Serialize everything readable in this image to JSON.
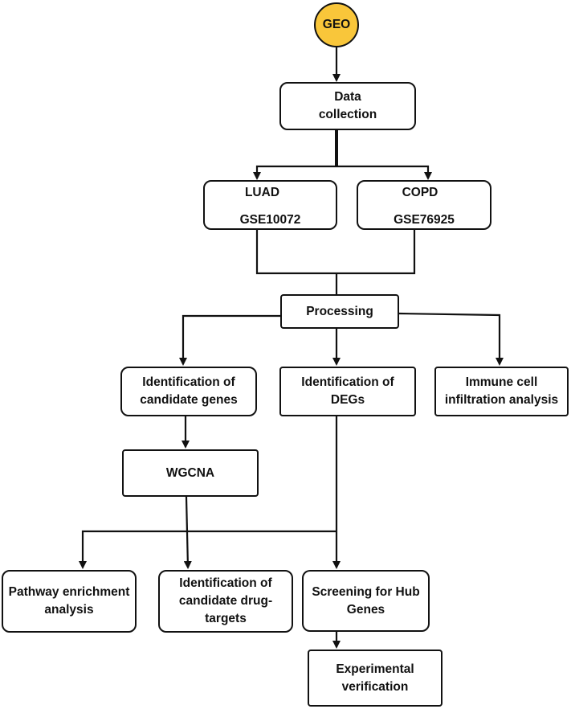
{
  "nodes": {
    "geo": "GEO",
    "data_collection": "Data\ncollection",
    "luad": {
      "name": "LUAD",
      "accession": "GSE10072"
    },
    "copd": {
      "name": "COPD",
      "accession": "GSE76925"
    },
    "processing": "Processing",
    "candidate_genes": "Identification of\ncandidate genes",
    "degs": "Identification of\nDEGs",
    "immune": "Immune cell\ninfiltration analysis",
    "wgcna": "WGCNA",
    "pathway": "Pathway enrichment\nanalysis",
    "drug_targets": "Identification of\ncandidate drug-\ntargets",
    "hub_genes": "Screening for Hub\nGenes",
    "verification": "Experimental\nverification"
  },
  "colors": {
    "geo_fill": "#f9c63a",
    "stroke": "#111111"
  }
}
